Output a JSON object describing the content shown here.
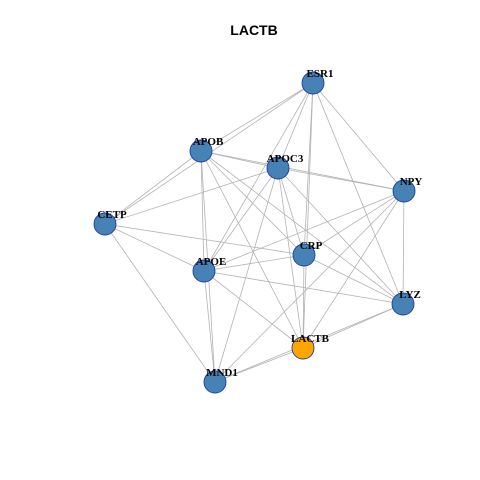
{
  "title": "LACTB",
  "colors": {
    "default_node": "#4682b4",
    "highlight_node": "#ffa500",
    "node_border": "#1a3ea8",
    "edge": "#b3b3b3"
  },
  "nodes": [
    {
      "id": "ESR1",
      "label": "ESR1",
      "highlight": false
    },
    {
      "id": "APOB",
      "label": "APOB",
      "highlight": false
    },
    {
      "id": "APOC3",
      "label": "APOC3",
      "highlight": false
    },
    {
      "id": "NPY",
      "label": "NPY",
      "highlight": false
    },
    {
      "id": "CETP",
      "label": "CETP",
      "highlight": false
    },
    {
      "id": "CRP",
      "label": "CRP",
      "highlight": false
    },
    {
      "id": "APOE",
      "label": "APOE",
      "highlight": false
    },
    {
      "id": "LYZ",
      "label": "LYZ",
      "highlight": false
    },
    {
      "id": "LACTB",
      "label": "LACTB",
      "highlight": true
    },
    {
      "id": "MND1",
      "label": "MND1",
      "highlight": false
    }
  ],
  "edges": [
    [
      "ESR1",
      "APOB"
    ],
    [
      "ESR1",
      "CETP"
    ],
    [
      "ESR1",
      "NPY"
    ],
    [
      "ESR1",
      "APOC3"
    ],
    [
      "ESR1",
      "CRP"
    ],
    [
      "ESR1",
      "LYZ"
    ],
    [
      "ESR1",
      "APOE"
    ],
    [
      "ESR1",
      "LACTB"
    ],
    [
      "APOB",
      "APOC3"
    ],
    [
      "APOB",
      "NPY"
    ],
    [
      "APOB",
      "CETP"
    ],
    [
      "APOB",
      "APOE"
    ],
    [
      "APOB",
      "MND1"
    ],
    [
      "APOB",
      "LACTB"
    ],
    [
      "APOB",
      "CRP"
    ],
    [
      "APOB",
      "LYZ"
    ],
    [
      "APOC3",
      "NPY"
    ],
    [
      "APOC3",
      "CETP"
    ],
    [
      "APOC3",
      "APOE"
    ],
    [
      "APOC3",
      "CRP"
    ],
    [
      "APOC3",
      "LYZ"
    ],
    [
      "APOC3",
      "MND1"
    ],
    [
      "APOC3",
      "LACTB"
    ],
    [
      "CETP",
      "APOE"
    ],
    [
      "CETP",
      "CRP"
    ],
    [
      "CETP",
      "MND1"
    ],
    [
      "NPY",
      "APOE"
    ],
    [
      "NPY",
      "CRP"
    ],
    [
      "NPY",
      "LYZ"
    ],
    [
      "NPY",
      "LACTB"
    ],
    [
      "NPY",
      "MND1"
    ],
    [
      "CRP",
      "LYZ"
    ],
    [
      "CRP",
      "LACTB"
    ],
    [
      "CRP",
      "APOE"
    ],
    [
      "APOE",
      "LYZ"
    ],
    [
      "APOE",
      "MND1"
    ],
    [
      "APOE",
      "LACTB"
    ],
    [
      "LYZ",
      "LACTB"
    ],
    [
      "LYZ",
      "MND1"
    ],
    [
      "LACTB",
      "MND1"
    ]
  ]
}
